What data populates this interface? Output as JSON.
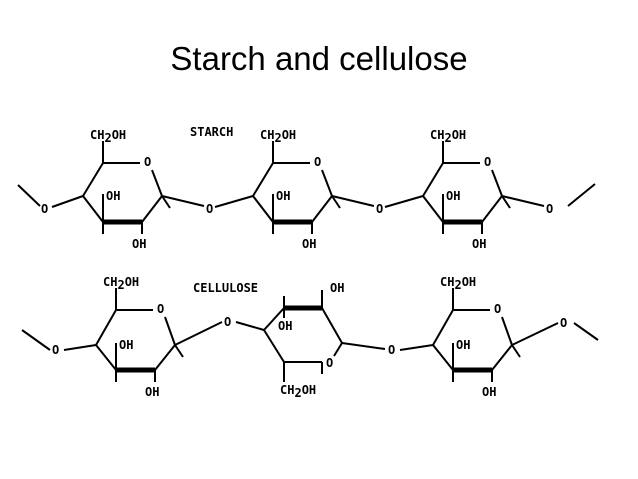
{
  "slide": {
    "title": "Starch and cellulose"
  },
  "labels": {
    "starch": "STARCH",
    "cellulose": "CELLULOSE",
    "oh": "OH",
    "ring_o": "O",
    "bridge_o": "O",
    "ch2oh_prefix": "CH",
    "ch2oh_sub": "2",
    "ch2oh_suffix": "OH"
  },
  "colors": {
    "ink": "#000000",
    "background": "#ffffff"
  }
}
